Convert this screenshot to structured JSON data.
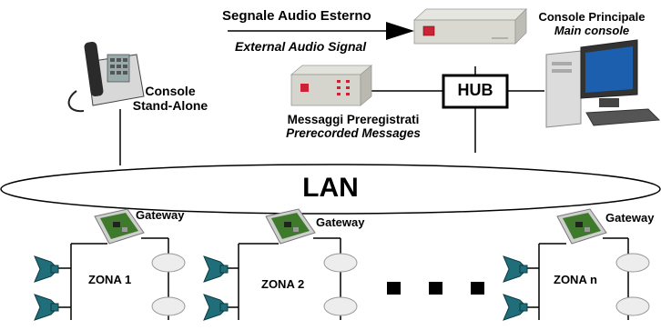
{
  "labels": {
    "ext_audio_it": "Segnale Audio Esterno",
    "ext_audio_en": "External Audio Signal",
    "console_main_it": "Console Principale",
    "console_main_en": "Main console",
    "console_standalone_1": "Console",
    "console_standalone_2": "Stand-Alone",
    "messages_it": "Messaggi Preregistrati",
    "messages_en": "Prerecorded Messages",
    "hub": "HUB",
    "lan": "LAN",
    "gateway_1": "Gateway",
    "gateway_2": "Gateway",
    "gateway_n": "Gateway",
    "zone_1": "ZONA 1",
    "zone_2": "ZONA 2",
    "zone_n": "ZONA n"
  },
  "icons": {
    "telephone": "desk-telephone-icon",
    "audio_unit": "audio-rack-unit-icon",
    "message_player": "prerecorded-message-player-icon",
    "computer": "desktop-computer-icon",
    "gateway": "gateway-board-icon",
    "horn": "horn-speaker-icon",
    "ceiling": "ceiling-speaker-icon"
  },
  "colors": {
    "line": "#000000",
    "hub_border": "#000000",
    "hub_fill": "#ffffff",
    "horn": "#1f6e7a",
    "board": "#3f7a2c"
  }
}
